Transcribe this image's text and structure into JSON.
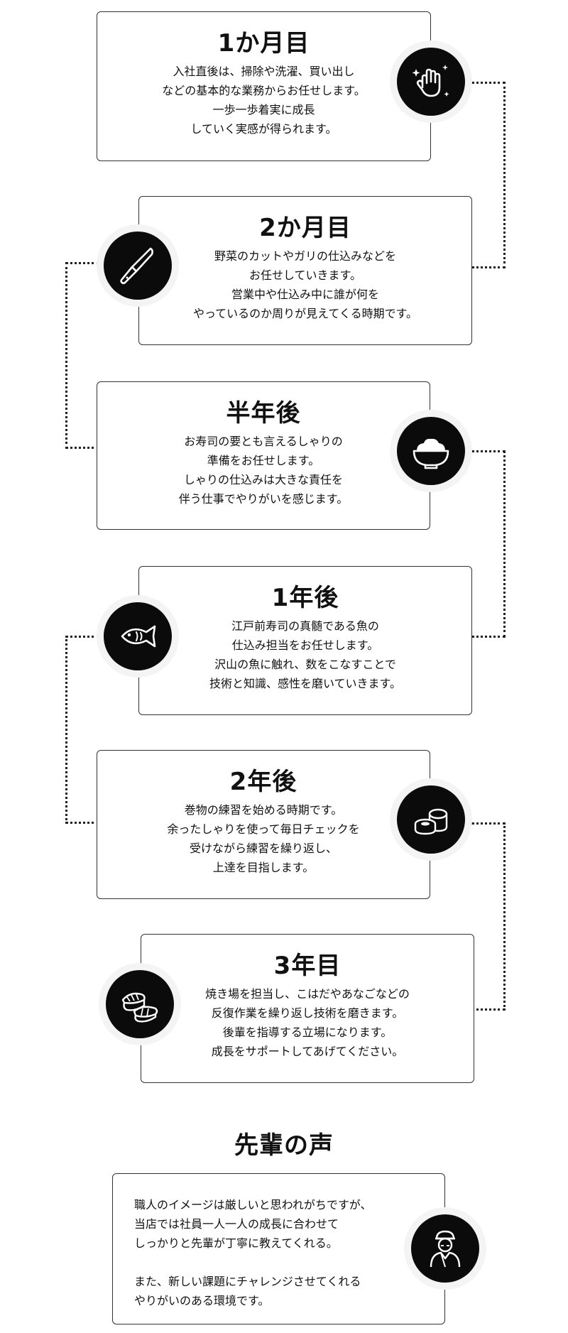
{
  "steps": [
    {
      "title": "1か月目",
      "lines": [
        "入社直後は、掃除や洗濯、買い出し",
        "などの基本的な業務からお任せします。",
        "一歩一歩着実に成長",
        "していく実感が得られます。"
      ],
      "icon": "hand-washing-icon"
    },
    {
      "title": "2か月目",
      "lines": [
        "野菜のカットやガリの仕込みなどを",
        "お任せしていきます。",
        "営業中や仕込み中に誰が何を",
        "やっているのか周りが見えてくる時期です。"
      ],
      "icon": "knife-icon"
    },
    {
      "title": "半年後",
      "lines": [
        "お寿司の要とも言えるしゃりの",
        "準備をお任せします。",
        "しゃりの仕込みは大きな責任を",
        "伴う仕事でやりがいを感じます。"
      ],
      "icon": "rice-bowl-icon"
    },
    {
      "title": "1年後",
      "lines": [
        "江戸前寿司の真髄である魚の",
        "仕込み担当をお任せします。",
        "沢山の魚に触れ、数をこなすことで",
        "技術と知識、感性を磨いていきます。"
      ],
      "icon": "fish-icon"
    },
    {
      "title": "2年後",
      "lines": [
        "巻物の練習を始める時期です。",
        "余ったしゃりを使って毎日チェックを",
        "受けながら練習を繰り返し、",
        "上達を目指します。"
      ],
      "icon": "sushi-roll-icon"
    },
    {
      "title": "3年目",
      "lines": [
        "焼き場を担当し、こはだやあなごなどの",
        "反復作業を繰り返し技術を磨きます。",
        "後輩を指導する立場になります。",
        "成長をサポートしてあげてください。"
      ],
      "icon": "nigiri-sushi-icon"
    }
  ],
  "voice": {
    "heading": "先輩の声",
    "lines": [
      "職人のイメージは厳しいと思われがちですが、",
      "当店では社員一人一人の成長に合わせて",
      "しっかりと先輩が丁寧に教えてくれる。",
      "",
      "また、新しい課題にチャレンジさせてくれる",
      "やりがいのある環境です。"
    ],
    "icon": "sushi-chef-icon"
  }
}
